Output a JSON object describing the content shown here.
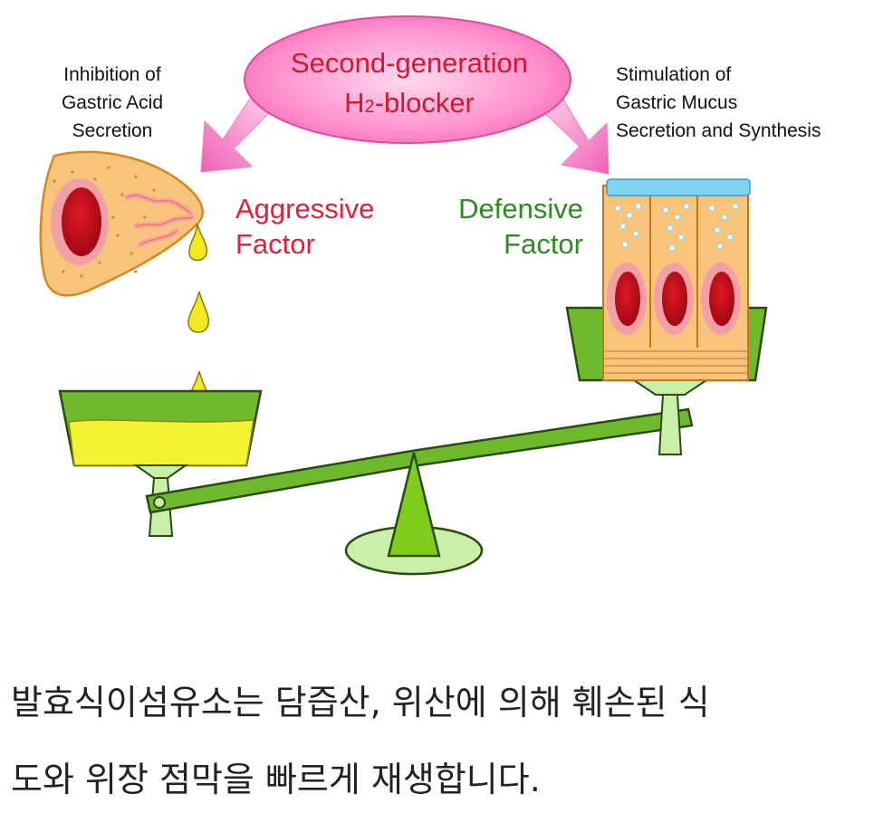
{
  "diagram": {
    "drug_label_line1": "Second-generation",
    "drug_label_h": "H",
    "drug_label_sub": "2",
    "drug_label_rest": "-blocker",
    "left_note": [
      "Inhibition of",
      "Gastric Acid",
      "Secretion"
    ],
    "right_note": [
      "Stimulation of",
      "Gastric Mucus",
      "Secretion and Synthesis"
    ],
    "aggressive": [
      "Aggressive",
      "Factor"
    ],
    "defensive": [
      "Defensive",
      "Factor"
    ],
    "colors": {
      "ellipse_fill": "#ff7fc4",
      "arrow": "#f06bb8",
      "aggressive_text": "#e0203a",
      "defensive_text": "#2e8b22",
      "scale_green": "#6fba2c",
      "scale_light": "#c8f0a8",
      "acid_yellow": "#f4f232",
      "cell_orange": "#f8c47c",
      "nucleus_red": "#c0101e",
      "mucus_blue": "#7fd4f2"
    }
  },
  "caption": {
    "line1": "발효식이섬유소는 담즙산, 위산에 의해 훼손된 식",
    "line2": "도와 위장 점막을 빠르게 재생합니다."
  }
}
